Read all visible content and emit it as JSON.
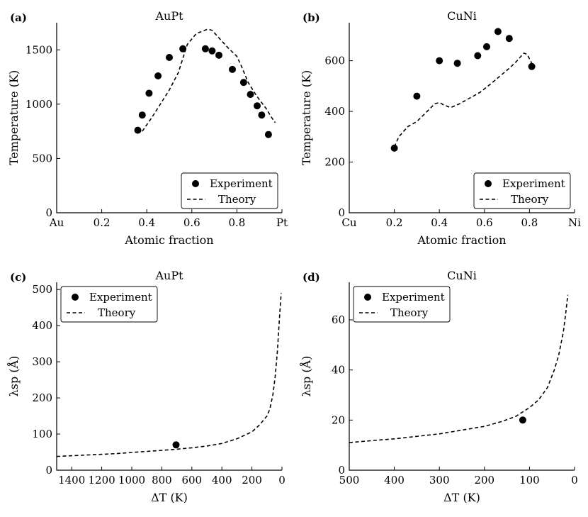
{
  "chart_data": [
    {
      "panel": "(a)",
      "type": "scatter",
      "title": "AuPt",
      "xlabel": "Atomic fraction",
      "ylabel": "Temperature (K)",
      "xlim": [
        0,
        1
      ],
      "ylim": [
        0,
        1750
      ],
      "x_ticks": [
        0,
        0.2,
        0.4,
        0.6,
        0.8,
        1
      ],
      "x_tick_labels": [
        "Au",
        "0.2",
        "0.4",
        "0.6",
        "0.8",
        "Pt"
      ],
      "y_ticks": [
        0,
        500,
        1000,
        1500
      ],
      "y_tick_labels": [
        "0",
        "500",
        "1000",
        "1500"
      ],
      "legend": {
        "position": "bottom-right",
        "entries": [
          "Experiment",
          "Theory"
        ]
      },
      "series": [
        {
          "name": "Experiment",
          "kind": "points",
          "points": [
            [
              0.36,
              760
            ],
            [
              0.38,
              900
            ],
            [
              0.41,
              1100
            ],
            [
              0.45,
              1260
            ],
            [
              0.5,
              1430
            ],
            [
              0.56,
              1510
            ],
            [
              0.66,
              1510
            ],
            [
              0.69,
              1490
            ],
            [
              0.72,
              1450
            ],
            [
              0.78,
              1320
            ],
            [
              0.83,
              1200
            ],
            [
              0.86,
              1090
            ],
            [
              0.89,
              985
            ],
            [
              0.91,
              900
            ],
            [
              0.94,
              720
            ]
          ]
        },
        {
          "name": "Theory",
          "kind": "line",
          "points": [
            [
              0.38,
              750
            ],
            [
              0.42,
              870
            ],
            [
              0.46,
              1000
            ],
            [
              0.5,
              1130
            ],
            [
              0.54,
              1290
            ],
            [
              0.58,
              1550
            ],
            [
              0.62,
              1650
            ],
            [
              0.67,
              1690
            ],
            [
              0.69,
              1680
            ],
            [
              0.72,
              1610
            ],
            [
              0.76,
              1520
            ],
            [
              0.8,
              1440
            ],
            [
              0.82,
              1350
            ],
            [
              0.85,
              1200
            ],
            [
              0.88,
              1100
            ],
            [
              0.9,
              1040
            ],
            [
              0.93,
              960
            ],
            [
              0.95,
              890
            ],
            [
              0.97,
              830
            ]
          ]
        }
      ]
    },
    {
      "panel": "(b)",
      "type": "scatter",
      "title": "CuNi",
      "xlabel": "Atomic fraction",
      "ylabel": "Temperature (K)",
      "xlim": [
        0,
        1
      ],
      "ylim": [
        0,
        750
      ],
      "x_ticks": [
        0,
        0.2,
        0.4,
        0.6,
        0.8,
        1
      ],
      "x_tick_labels": [
        "Cu",
        "0.2",
        "0.4",
        "0.6",
        "0.8",
        "Ni"
      ],
      "y_ticks": [
        0,
        200,
        400,
        600
      ],
      "y_tick_labels": [
        "0",
        "200",
        "400",
        "600"
      ],
      "legend": {
        "position": "bottom-right",
        "entries": [
          "Experiment",
          "Theory"
        ]
      },
      "series": [
        {
          "name": "Experiment",
          "kind": "points",
          "points": [
            [
              0.2,
              255
            ],
            [
              0.3,
              460
            ],
            [
              0.4,
              600
            ],
            [
              0.48,
              590
            ],
            [
              0.57,
              620
            ],
            [
              0.61,
              655
            ],
            [
              0.66,
              715
            ],
            [
              0.71,
              688
            ],
            [
              0.81,
              577
            ]
          ]
        },
        {
          "name": "Theory",
          "kind": "line",
          "points": [
            [
              0.2,
              260
            ],
            [
              0.22,
              300
            ],
            [
              0.26,
              340
            ],
            [
              0.3,
              360
            ],
            [
              0.34,
              395
            ],
            [
              0.38,
              430
            ],
            [
              0.4,
              435
            ],
            [
              0.42,
              425
            ],
            [
              0.45,
              415
            ],
            [
              0.49,
              430
            ],
            [
              0.53,
              450
            ],
            [
              0.58,
              475
            ],
            [
              0.63,
              510
            ],
            [
              0.67,
              540
            ],
            [
              0.71,
              570
            ],
            [
              0.74,
              595
            ],
            [
              0.76,
              615
            ],
            [
              0.775,
              630
            ],
            [
              0.79,
              625
            ],
            [
              0.81,
              590
            ]
          ]
        }
      ]
    },
    {
      "panel": "(c)",
      "type": "scatter",
      "title": "AuPt",
      "xlabel": "ΔT (K)",
      "ylabel": "λsp (Å)",
      "xlim": [
        1500,
        0
      ],
      "ylim": [
        0,
        520
      ],
      "x_ticks": [
        1400,
        1200,
        1000,
        800,
        600,
        400,
        200,
        0
      ],
      "x_tick_labels": [
        "1400",
        "1200",
        "1000",
        "800",
        "600",
        "400",
        "200",
        "0"
      ],
      "y_ticks": [
        0,
        100,
        200,
        300,
        400,
        500
      ],
      "y_tick_labels": [
        "0",
        "100",
        "200",
        "300",
        "400",
        "500"
      ],
      "legend": {
        "position": "top-left",
        "entries": [
          "Experiment",
          "Theory"
        ]
      },
      "series": [
        {
          "name": "Experiment",
          "kind": "points",
          "points": [
            [
              705,
              70
            ]
          ]
        },
        {
          "name": "Theory",
          "kind": "line",
          "points": [
            [
              1500,
              38
            ],
            [
              1400,
              40
            ],
            [
              1300,
              42
            ],
            [
              1200,
              44
            ],
            [
              1100,
              46
            ],
            [
              1000,
              49
            ],
            [
              900,
              52
            ],
            [
              800,
              55
            ],
            [
              700,
              58
            ],
            [
              600,
              62
            ],
            [
              500,
              67
            ],
            [
              400,
              74
            ],
            [
              300,
              87
            ],
            [
              200,
              106
            ],
            [
              150,
              125
            ],
            [
              100,
              150
            ],
            [
              80,
              170
            ],
            [
              60,
              210
            ],
            [
              45,
              260
            ],
            [
              30,
              330
            ],
            [
              20,
              400
            ],
            [
              12,
              450
            ],
            [
              5,
              490
            ]
          ]
        }
      ]
    },
    {
      "panel": "(d)",
      "type": "scatter",
      "title": "CuNi",
      "xlabel": "ΔT (K)",
      "ylabel": "λsp (Å)",
      "xlim": [
        500,
        0
      ],
      "ylim": [
        0,
        75
      ],
      "x_ticks": [
        500,
        400,
        300,
        200,
        100,
        0
      ],
      "x_tick_labels": [
        "500",
        "400",
        "300",
        "200",
        "100",
        "0"
      ],
      "y_ticks": [
        0,
        20,
        40,
        60
      ],
      "y_tick_labels": [
        "0",
        "20",
        "40",
        "60"
      ],
      "legend": {
        "position": "top-left",
        "entries": [
          "Experiment",
          "Theory"
        ]
      },
      "series": [
        {
          "name": "Experiment",
          "kind": "points",
          "points": [
            [
              115,
              20
            ]
          ]
        },
        {
          "name": "Theory",
          "kind": "line",
          "points": [
            [
              500,
              11
            ],
            [
              450,
              11.8
            ],
            [
              400,
              12.5
            ],
            [
              350,
              13.5
            ],
            [
              300,
              14.5
            ],
            [
              250,
              16
            ],
            [
              200,
              17.5
            ],
            [
              160,
              19.5
            ],
            [
              130,
              21.5
            ],
            [
              100,
              25
            ],
            [
              80,
              28
            ],
            [
              60,
              33
            ],
            [
              45,
              40
            ],
            [
              35,
              46
            ],
            [
              25,
              55
            ],
            [
              20,
              62
            ],
            [
              15,
              70
            ]
          ]
        }
      ]
    }
  ]
}
